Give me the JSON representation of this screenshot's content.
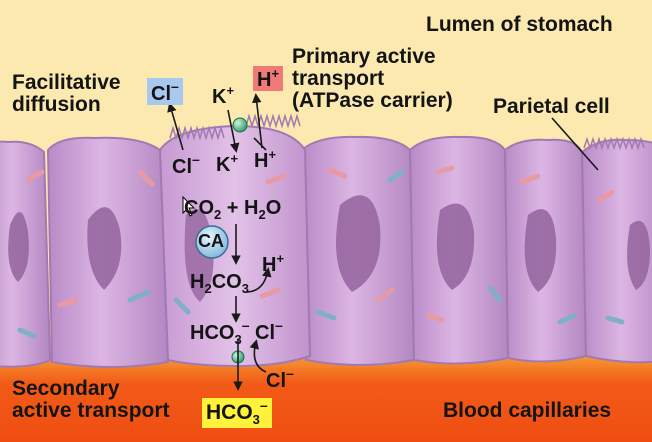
{
  "labels": {
    "lumen": "Lumen of stomach",
    "facilitative_1": "Facilitative",
    "facilitative_2": "diffusion",
    "primary_1": "Primary active",
    "primary_2": "transport",
    "primary_3": "(ATPase carrier)",
    "parietal": "Parietal cell",
    "secondary_1": "Secondary",
    "secondary_2": "active transport",
    "blood": "Blood capillaries"
  },
  "ions": {
    "cl_lumen": "Cl",
    "k_lumen": "K",
    "h_lumen": "H",
    "cl_cell": "Cl",
    "k_cell": "K",
    "h_cell": "H",
    "co2": "CO",
    "co2_sub": "2",
    "plus": "+ H",
    "h2o_sub": "2",
    "h2o_o": "O",
    "ca": "CA",
    "h2co3_h": "H",
    "h2co3_sub1": "2",
    "h2co3_co": "CO",
    "h2co3_sub2": "3",
    "h_from_h2co3": "H",
    "hco3_cell": "HCO",
    "hco3_cell_sub": "3",
    "cl_exchange": "Cl",
    "cl_blood": "Cl",
    "hco3_blood": "HCO",
    "hco3_blood_sub": "3"
  },
  "charges": {
    "plus": "+",
    "minus": "–"
  },
  "colors": {
    "lumen_bg": "#fbe9b0",
    "blood_bg": "#f25a17",
    "cell_fill": "#cfa3d8",
    "cell_edge": "#a778b6",
    "nucleus": "#9a6aa3",
    "highlight_cl": "#a9c8ee",
    "highlight_h": "#f07a78",
    "highlight_hco3": "#fff23a",
    "carrier_bead": "#4fb88a",
    "ca_circle": "#8fc6e8"
  }
}
